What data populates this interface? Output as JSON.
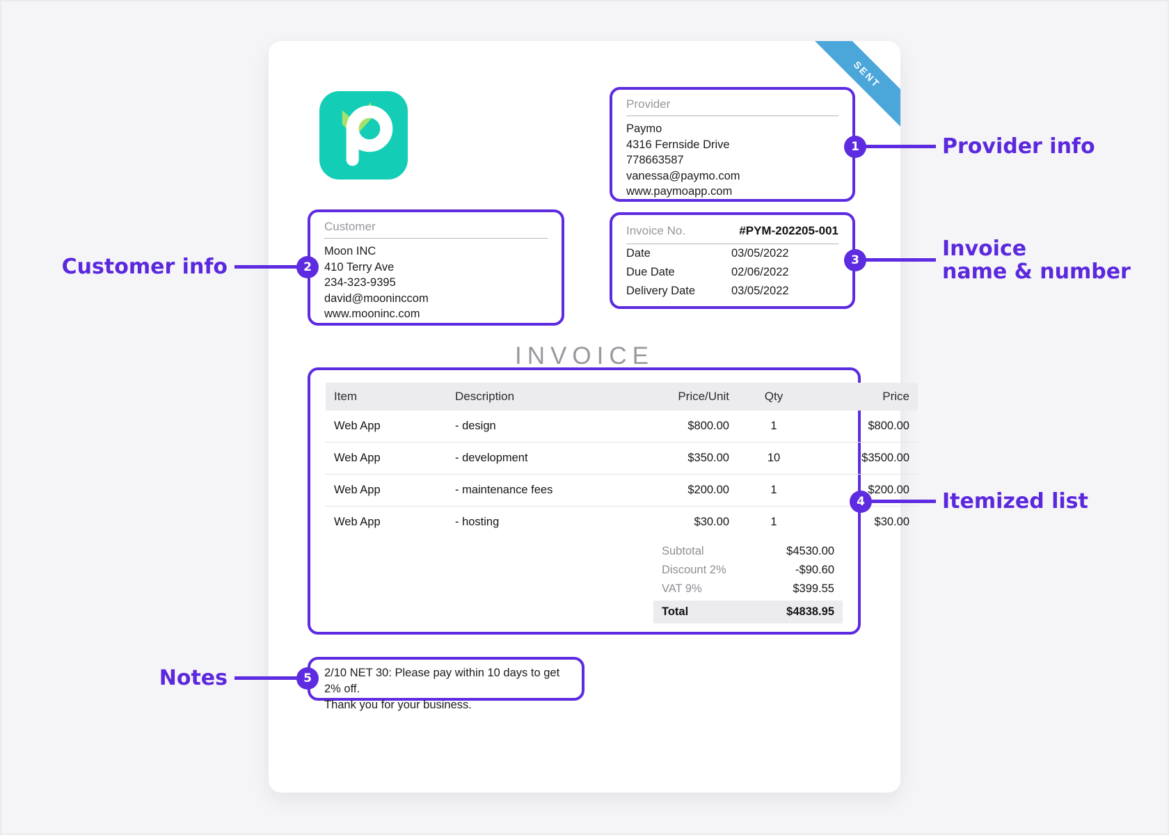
{
  "colors": {
    "accent_purple": "#5D2BE0",
    "ribbon_blue": "#4BA6DA",
    "logo_teal": "#14CDB6",
    "logo_leaf": "#A5E26A",
    "muted_gray": "#97979D"
  },
  "icons": {
    "logo": "paymo-p-logo",
    "ribbon": "sent-ribbon"
  },
  "ribbon": {
    "label": "SENT"
  },
  "invoice_title": "INVOICE",
  "provider": {
    "label": "Provider",
    "lines": [
      "Paymo",
      "4316 Fernside Drive",
      "778663587",
      "vanessa@paymo.com",
      "www.paymoapp.com"
    ]
  },
  "customer": {
    "label": "Customer",
    "lines": [
      "Moon INC",
      "410 Terry Ave",
      "234-323-9395",
      "david@mooninccom",
      "www.mooninc.com"
    ]
  },
  "invoice_details": {
    "number_label": "Invoice No.",
    "number": "#PYM-202205-001",
    "rows": [
      {
        "label": "Date",
        "value": "03/05/2022"
      },
      {
        "label": "Due Date",
        "value": "02/06/2022"
      },
      {
        "label": "Delivery Date",
        "value": "03/05/2022"
      }
    ]
  },
  "table": {
    "headers": [
      "Item",
      "Description",
      "Price/Unit",
      "Qty",
      "Price"
    ],
    "rows": [
      [
        "Web App",
        "- design",
        "$800.00",
        "1",
        "$800.00"
      ],
      [
        "Web App",
        "- development",
        "$350.00",
        "10",
        "$3500.00"
      ],
      [
        "Web App",
        "- maintenance fees",
        "$200.00",
        "1",
        "$200.00"
      ],
      [
        "Web App",
        "- hosting",
        "$30.00",
        "1",
        "$30.00"
      ]
    ],
    "totals": [
      {
        "label": "Subtotal",
        "value": "$4530.00"
      },
      {
        "label": "Discount 2%",
        "value": "-$90.60"
      },
      {
        "label": "VAT 9%",
        "value": "$399.55"
      }
    ],
    "grand_total": {
      "label": "Total",
      "value": "$4838.95"
    }
  },
  "notes": {
    "lines": [
      "2/10 NET 30: Please pay within 10 days to get 2% off.",
      "Thank you for your business."
    ]
  },
  "callouts": [
    {
      "num": "1",
      "label": "Provider info"
    },
    {
      "num": "2",
      "label": "Customer info"
    },
    {
      "num": "3",
      "lines": [
        "Invoice",
        "name & number"
      ]
    },
    {
      "num": "4",
      "label": "Itemized list"
    },
    {
      "num": "5",
      "label": "Notes"
    }
  ]
}
